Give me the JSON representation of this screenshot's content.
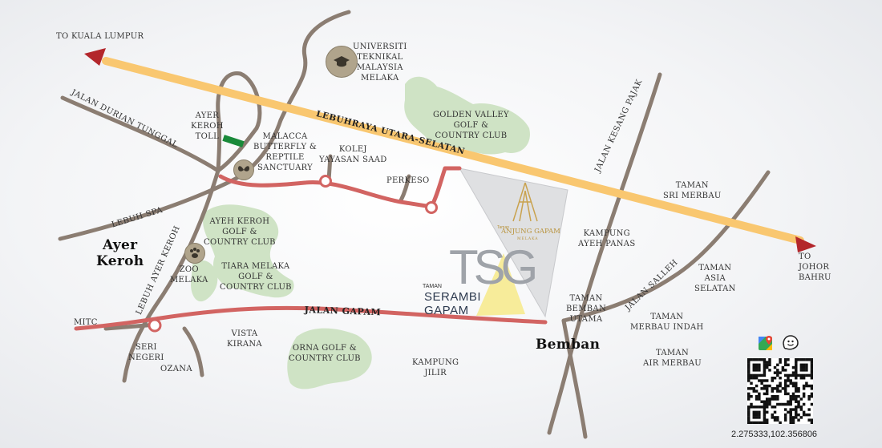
{
  "map": {
    "direction_labels": {
      "to_kuala_lumpur": "TO KUALA LUMPUR",
      "to_johor_bahru": "TO\nJOHOR\nBAHRU"
    },
    "roads": {
      "highway": "LEBUHRAYA UTARA-SELATAN",
      "jalan_gapam": "JALAN GAPAM",
      "jalan_durian_tunggal": "JALAN DURIAN TUNGGAL",
      "lebuh_spa": "LEBUH SPA",
      "lebuh_ayer_keroh": "LEBUH AYER KEROH",
      "jalan_kesang_pajak": "JALAN KESANG PAJAK",
      "jalan_salleh": "JALAN SALLEH"
    },
    "places": {
      "universiti": "UNIVERSITI\nTEKNIKAL\nMALAYSIA\nMELAKA",
      "golden_valley": "GOLDEN VALLEY\nGOLF &\nCOUNTRY CLUB",
      "ayer_keroh_toll": "AYER\nKEROH\nTOLL",
      "butterfly": "MALACCA\nBUTTERFLY &\nREPTILE\nSANCTUARY",
      "kolej": "KOLEJ\nYAYASAN SAAD",
      "perkeso": "PERKESO",
      "taman_sri_merbau": "TAMAN\nSRI MERBAU",
      "ayeh_keroh_golf": "AYEH KEROH\nGOLF &\nCOUNTRY CLUB",
      "ayer_keroh": "Ayer\nKeroh",
      "zoo": "ZOO\nMELAKA",
      "tiara_melaka": "TIARA MELAKA\nGOLF &\nCOUNTRY CLUB",
      "kampung_ayeh_panas": "KAMPUNG\nAYEH PANAS",
      "taman_asia_selatan": "TAMAN\nASIA\nSELATAN",
      "taman_bemban_utama": "TAMAN\nBEMBAN\nUTAMA",
      "taman_merbau_indah": "TAMAN\nMERBAU INDAH",
      "mitc": "MITC",
      "seri_negeri": "SERI\nNEGERI",
      "vista_kirana": "VISTA\nKIRANA",
      "orna_golf": "ORNA GOLF &\nCOUNTRY CLUB",
      "kampung_jilir": "KAMPUNG\nJILIR",
      "bemban": "Bemban",
      "taman_air_merbau": "TAMAN\nAIR MERBAU",
      "ozana": "OZANA"
    },
    "projects": {
      "tsg_logo": "TSG",
      "taman_small": "TAMAN",
      "serambi_gapam": "SERAMBI GAPAM",
      "anjung_taman": "Taman",
      "anjung_gapam": "ANJUNG GAPAM",
      "anjung_melaka": "MELAKA"
    },
    "coordinates": "2.275333,102.356806",
    "icons": {
      "university": "graduation-cap-icon",
      "butterfly": "butterfly-icon",
      "zoo": "paw-icon",
      "google_maps": "google-maps-icon",
      "waze": "waze-icon",
      "qr": "qr-code"
    },
    "colors": {
      "highway": "#f9c770",
      "local_road": "#8b7d72",
      "gapam_road": "#d26462",
      "green_area": "#cfe3c5",
      "project_zone": "#dfe0e2",
      "serambi_zone": "#f7ec9a",
      "arrow": "#b3262b"
    }
  }
}
